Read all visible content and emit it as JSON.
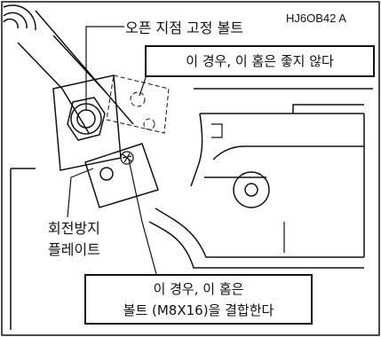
{
  "reference_code": "HJ6OB42 A",
  "labels": {
    "open_point_bolt": "오픈 지점 고정 볼트",
    "hole_not_good": "이 경우, 이 홈은 좋지 않다",
    "anti_rotation_plate_line1": "회전방지",
    "anti_rotation_plate_line2": "플레이트",
    "hole_bolt_line1": "이 경우, 이 홈은",
    "hole_bolt_line2": "볼트 (M8X16)을 결합한다"
  },
  "colors": {
    "ink": "#111111",
    "paper": "#ffffff"
  }
}
